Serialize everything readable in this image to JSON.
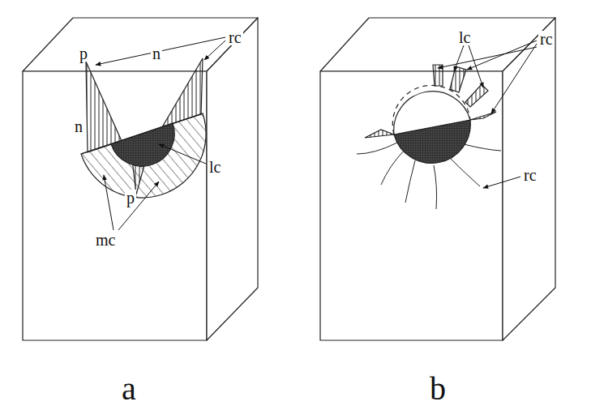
{
  "diagram": {
    "labels": [
      "p",
      "n",
      "rc",
      "n",
      "lc",
      "mc",
      "p",
      "a",
      "lc",
      "rc",
      "rc",
      "b"
    ]
  }
}
